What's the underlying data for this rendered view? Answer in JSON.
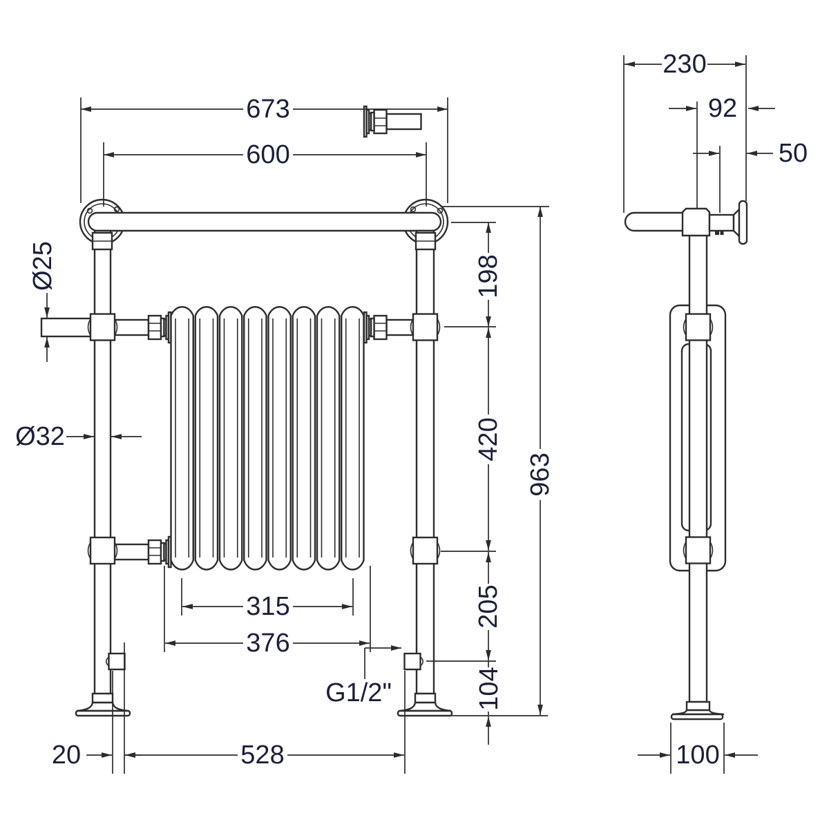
{
  "title": "Traditional towel rail radiator technical drawing",
  "colors": {
    "line": "#2d2d2d",
    "text": "#1a2038",
    "background": "#ffffff"
  },
  "front_view": {
    "dims": {
      "overall_width": "673",
      "rail_centres": "600",
      "rail_diameter": "Ø25",
      "post_diameter": "Ø32",
      "rail_to_top_connection": "198",
      "connection_spacing": "420",
      "lower_connection_to_inlet": "205",
      "inlet_to_floor": "104",
      "overall_height": "963",
      "radiator_column_centres": "315",
      "radiator_overall_width": "376",
      "foot_offset": "20",
      "inlet_centres": "528",
      "thread_size": "G1/2\""
    }
  },
  "side_view": {
    "dims": {
      "overall_depth": "230",
      "rail_centre_to_wall": "92",
      "fixing_to_wall": "50",
      "base_foot_depth": "100"
    }
  }
}
